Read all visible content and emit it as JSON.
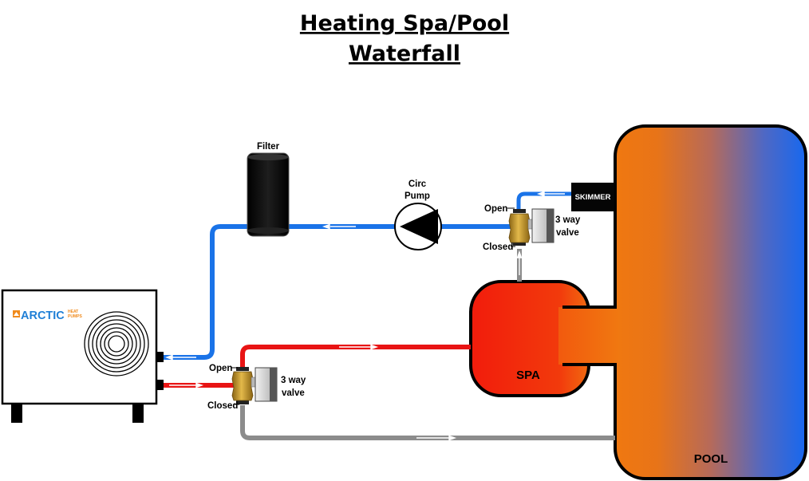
{
  "title": {
    "line1": "Heating Spa/Pool",
    "line2": "Waterfall"
  },
  "labels": {
    "filter": "Filter",
    "circ_pump_line1": "Circ",
    "circ_pump_line2": "Pump",
    "skimmer": "SKIMMER",
    "spa": "SPA",
    "pool": "POOL",
    "valve_top": {
      "open": "Open",
      "closed": "Closed",
      "name_line1": "3 way",
      "name_line2": "valve"
    },
    "valve_bottom": {
      "open": "Open",
      "closed": "Closed",
      "name_line1": "3 way",
      "name_line2": "valve"
    }
  },
  "heat_pump": {
    "brand": "ARCTIC",
    "brand_sub_line1": "HEAT",
    "brand_sub_line2": "PUMPS"
  },
  "colors": {
    "cold_pipe": "#1a73e8",
    "hot_pipe": "#e81414",
    "bypass_pipe": "#8c8c8c",
    "spa_fill": "#f21c0c",
    "pool_gradient_start": "#f07810",
    "pool_gradient_end": "#1768ef",
    "valve_brass": "#c89a2a"
  }
}
